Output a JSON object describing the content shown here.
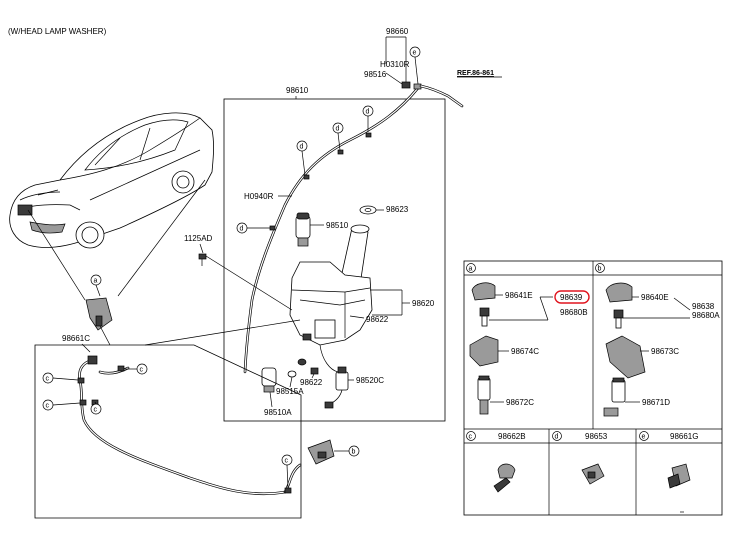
{
  "title": "(W/HEAD LAMP WASHER)",
  "reference": "REF.86-861",
  "highlight_color": "#e0141e",
  "highlighted_part": "98639",
  "labels": {
    "p98660": "98660",
    "h0310r": "H0310R",
    "p98516": "98516",
    "p98610": "98610",
    "h0940r": "H0940R",
    "p98510": "98510",
    "p98623": "98623",
    "p1125ad": "1125AD",
    "p98620": "98620",
    "p98622a": "98622",
    "p98622b": "98622",
    "p98515a": "98515A",
    "p98520c": "98520C",
    "p98510a": "98510A",
    "p98661c": "98661C"
  },
  "callouts": {
    "a": "a",
    "b": "b",
    "c": "c",
    "d": "d",
    "e": "e"
  },
  "panel_a": {
    "letter": "a",
    "parts": [
      "98641E",
      "98639",
      "98680B",
      "98674C",
      "98672C"
    ]
  },
  "panel_b": {
    "letter": "b",
    "parts": [
      "98640E",
      "98638",
      "98680A",
      "98673C",
      "98671D"
    ]
  },
  "panel_c": {
    "letter": "c",
    "part": "98662B"
  },
  "panel_d": {
    "letter": "d",
    "part": "98653"
  },
  "panel_e": {
    "letter": "e",
    "part": "98661G"
  }
}
